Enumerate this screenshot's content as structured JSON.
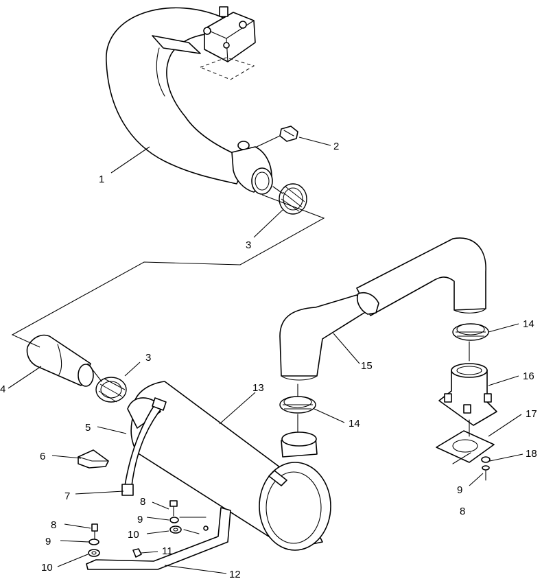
{
  "callouts": [
    {
      "id": "c1",
      "label": "1"
    },
    {
      "id": "c2",
      "label": "2"
    },
    {
      "id": "c3a",
      "label": "3"
    },
    {
      "id": "c3b",
      "label": "3"
    },
    {
      "id": "c4",
      "label": "4"
    },
    {
      "id": "c5",
      "label": "5"
    },
    {
      "id": "c6",
      "label": "6"
    },
    {
      "id": "c7",
      "label": "7"
    },
    {
      "id": "c8a",
      "label": "8"
    },
    {
      "id": "c8b",
      "label": "8"
    },
    {
      "id": "c8c",
      "label": "8"
    },
    {
      "id": "c9a",
      "label": "9"
    },
    {
      "id": "c9b",
      "label": "9"
    },
    {
      "id": "c9c",
      "label": "9"
    },
    {
      "id": "c10a",
      "label": "10"
    },
    {
      "id": "c10b",
      "label": "10"
    },
    {
      "id": "c11",
      "label": "11"
    },
    {
      "id": "c12",
      "label": "12"
    },
    {
      "id": "c13",
      "label": "13"
    },
    {
      "id": "c14a",
      "label": "14"
    },
    {
      "id": "c14b",
      "label": "14"
    },
    {
      "id": "c15",
      "label": "15"
    },
    {
      "id": "c16",
      "label": "16"
    },
    {
      "id": "c17",
      "label": "17"
    },
    {
      "id": "c18",
      "label": "18"
    }
  ]
}
